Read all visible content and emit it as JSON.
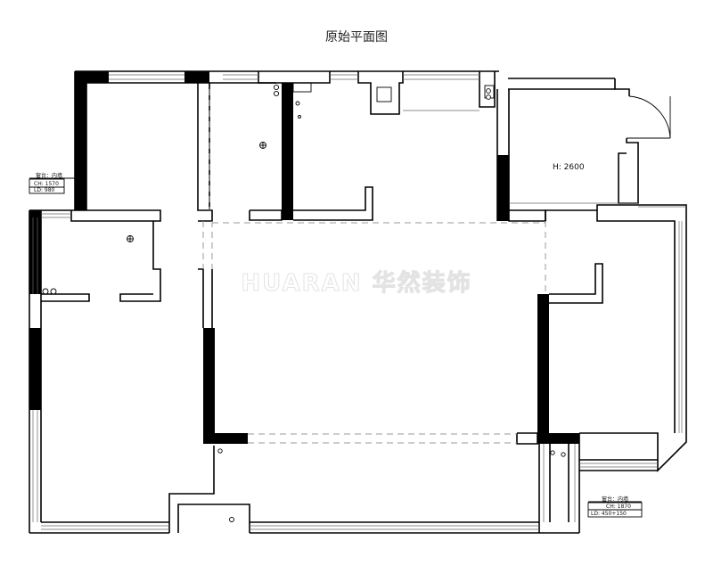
{
  "title": "原始平面图",
  "ceiling_height_label": "H: 2600",
  "watermark": "HUARAN 华然装饰",
  "window_tags": [
    {
      "heading": "窗台：内墙",
      "line1": "CH: 1570",
      "line2": "LD: 980"
    },
    {
      "heading": "窗台：内墙",
      "line1": "CH: 1870",
      "line2": "LD: 450+150"
    }
  ],
  "colors": {
    "wall": "#000000",
    "dashed_opening": "#9a9a9a",
    "watermark": "#e3e3e3"
  }
}
